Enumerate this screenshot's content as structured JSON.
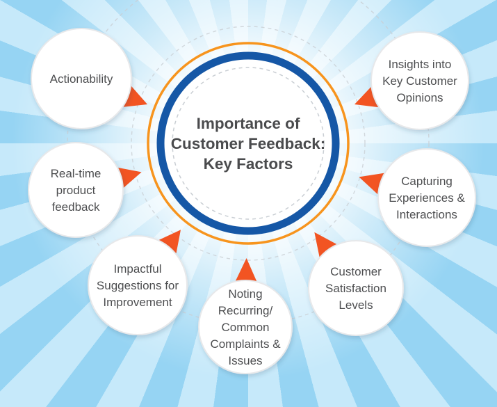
{
  "colors": {
    "bg-ray-dark": "#96d4f3",
    "bg-ray-light": "#c6e9fa",
    "ring-orange": "#f7941d",
    "ring-blue": "#1557a6",
    "wedge-orange": "#f25422",
    "bubble-fill": "#ffffff",
    "bubble-stroke": "#e7e8ea",
    "dash-gray": "#c9ced3",
    "title-text": "#4a4b4d",
    "label-text": "#4d4e50"
  },
  "title": {
    "text": "Importance of Customer Feedback: Key Factors",
    "lines": [
      "Importance of",
      "Customer Feedback:",
      "Key Factors"
    ]
  },
  "satellites": [
    {
      "id": "actionability",
      "label": "Actionability",
      "lines": [
        "Actionability"
      ]
    },
    {
      "id": "insights-into-key-customer-opinions",
      "label": "Insights into Key Customer Opinions",
      "lines": [
        "Insights into",
        "Key Customer",
        "Opinions"
      ]
    },
    {
      "id": "real-time-product-feedback",
      "label": "Real-time product feedback",
      "lines": [
        "Real-time",
        "product",
        "feedback"
      ]
    },
    {
      "id": "capturing-experiences-interactions",
      "label": "Capturing Experiences & Interactions",
      "lines": [
        "Capturing",
        "Experiences &",
        "Interactions"
      ]
    },
    {
      "id": "impactful-suggestions-for-improvement",
      "label": "Impactful Suggestions for Improvement",
      "lines": [
        "Impactful",
        "Suggestions for",
        "Improvement"
      ]
    },
    {
      "id": "noting-recurring-common-complaints-issues",
      "label": "Noting Recurring/Common Complaints & Issues",
      "lines": [
        "Noting",
        "Recurring/",
        "Common",
        "Complaints &",
        "Issues"
      ]
    },
    {
      "id": "customer-satisfaction-levels",
      "label": "Customer Satisfaction Levels",
      "lines": [
        "Customer",
        "Satisfaction",
        "Levels"
      ]
    }
  ]
}
